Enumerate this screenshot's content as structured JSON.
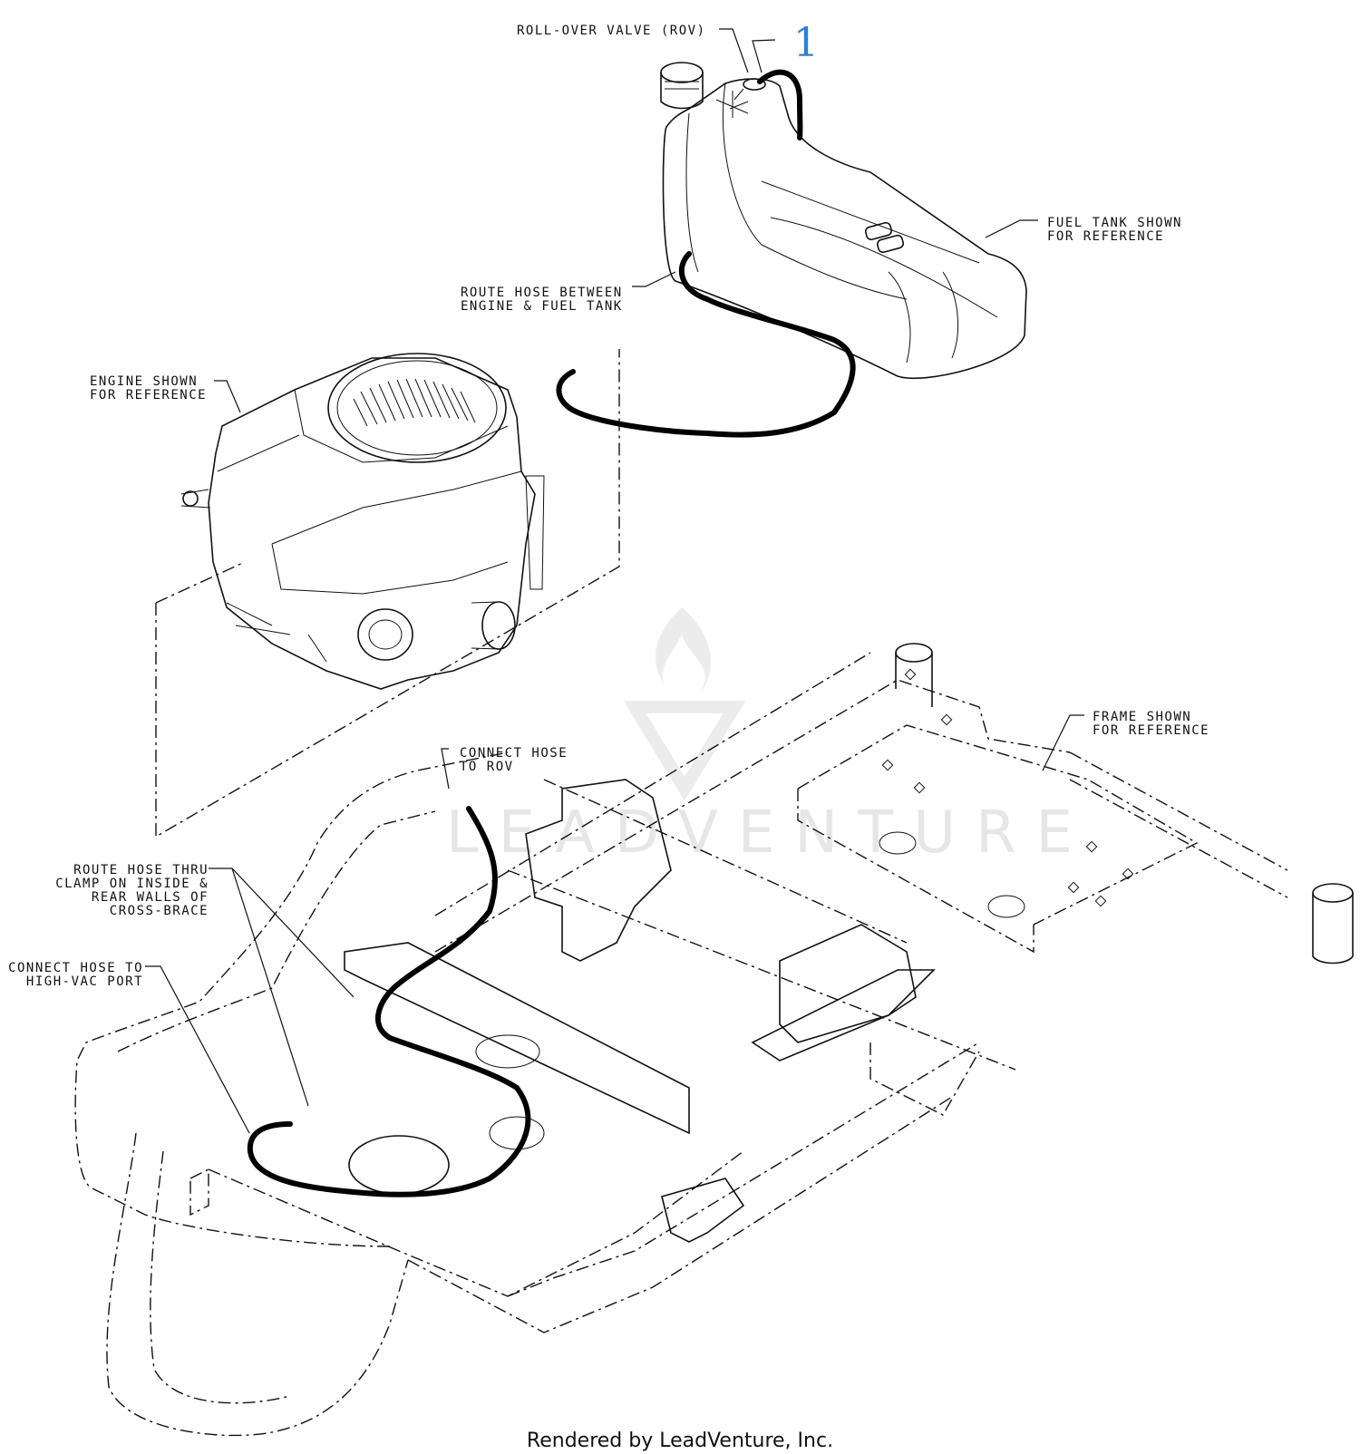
{
  "callout_number": "1",
  "labels": {
    "rov": "ROLL-OVER VALVE (ROV)",
    "fuel_tank": [
      "FUEL TANK SHOWN",
      "FOR REFERENCE"
    ],
    "route_hose_engine": [
      "ROUTE HOSE BETWEEN",
      "ENGINE & FUEL TANK"
    ],
    "engine": [
      "ENGINE SHOWN",
      "FOR REFERENCE"
    ],
    "frame": [
      "FRAME SHOWN",
      "FOR REFERENCE"
    ],
    "connect_rov": [
      "CONNECT HOSE",
      "TO ROV"
    ],
    "route_clamp": [
      "ROUTE HOSE THRU",
      "CLAMP ON INSIDE &",
      "REAR WALLS OF",
      "CROSS-BRACE"
    ],
    "connect_highvac": [
      "CONNECT HOSE TO",
      "HIGH-VAC PORT"
    ]
  },
  "watermark": "LEADVENTURE",
  "footer": "Rendered by LeadVenture, Inc."
}
